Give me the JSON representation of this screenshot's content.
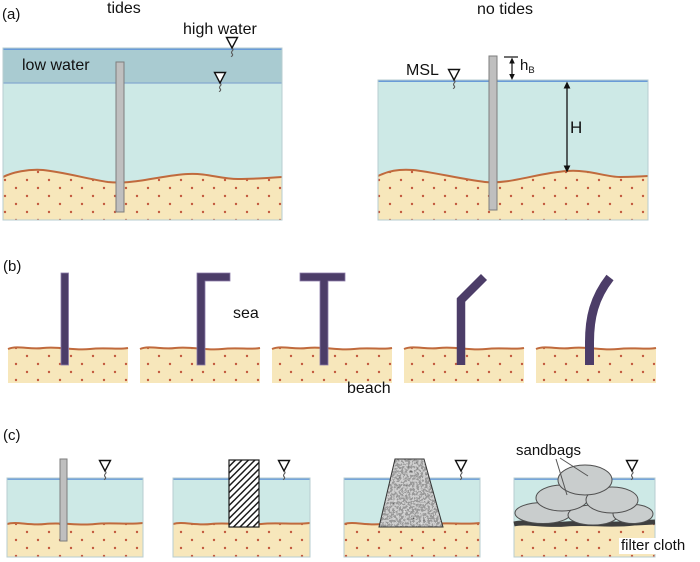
{
  "figure": {
    "panel_a": {
      "tag": "(a)",
      "title_left": "tides",
      "title_right": "no tides",
      "label_high_water": "high water",
      "label_low_water": "low water",
      "label_msl": "MSL",
      "dim_freeboard": "h",
      "dim_freeboard_sub": "B",
      "dim_depth": "H"
    },
    "panel_b": {
      "tag": "(b)",
      "label_sea": "sea",
      "label_beach": "beach"
    },
    "panel_c": {
      "tag": "(c)",
      "label_sandbags": "sandbags",
      "label_filter_cloth": "filter cloth"
    },
    "colors": {
      "water_light": "#cde9e6",
      "water_tidal_band": "#a9cbd1",
      "waterline_blue": "#699bd8",
      "low_water_line": "#85a9cf",
      "sand": "#f7e7bb",
      "sand_surface_line": "#c06a3d",
      "sand_dots": "#c35a3e",
      "wall_purple": "#4c3d68",
      "pile_gray": "#bfbfbf",
      "filter_cloth_dark": "#3f3f3f",
      "sandbag_gray": "#c9cdcd"
    }
  }
}
